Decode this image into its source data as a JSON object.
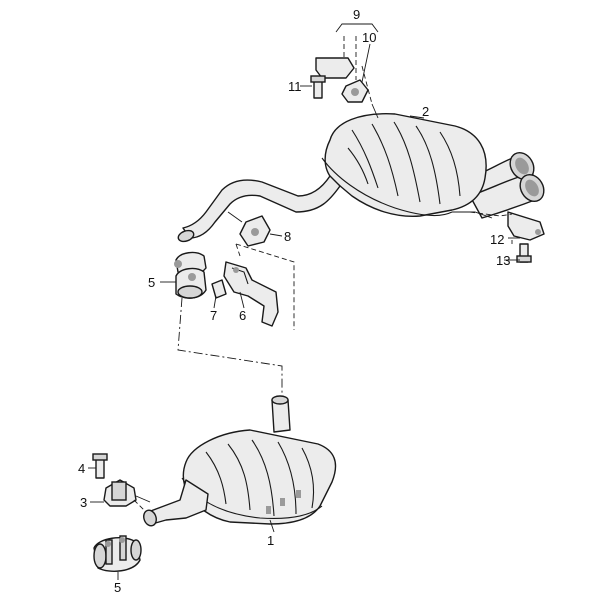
{
  "callouts": {
    "c1": "1",
    "c2": "2",
    "c3": "3",
    "c4": "4",
    "c5a": "5",
    "c5b": "5",
    "c6": "6",
    "c7": "7",
    "c8": "8",
    "c9": "9",
    "c10": "10",
    "c11": "11",
    "c12": "12",
    "c13": "13"
  },
  "colors": {
    "line": "#1a1a1a",
    "part_fill": "#ececec",
    "background": "#ffffff"
  }
}
